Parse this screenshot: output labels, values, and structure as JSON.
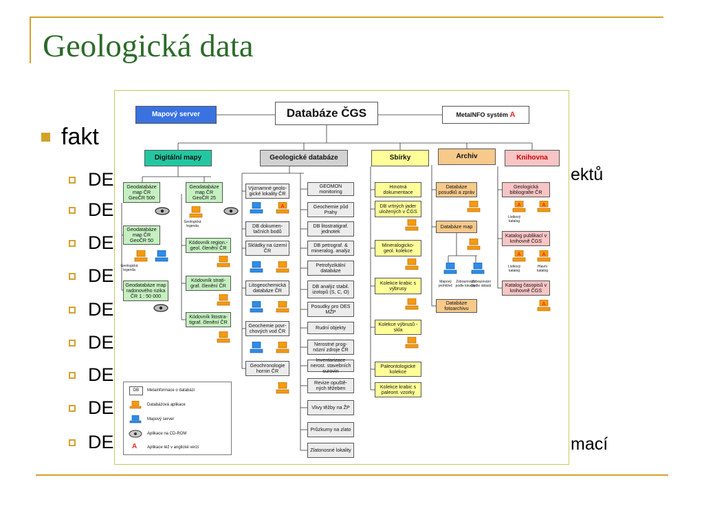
{
  "slide": {
    "title": "Geologická data",
    "bullet_main": "fakt",
    "sub_bullets": [
      "DE",
      "DE",
      "DE",
      "DE",
      "DE",
      "DE",
      "DE",
      "DE",
      "DE"
    ],
    "tail_top": "ektů",
    "tail_bottom": "mací",
    "colors": {
      "accent": "#d3a12a",
      "title": "#2d6a2a"
    }
  },
  "diagram": {
    "top": {
      "left": "Mapový server",
      "center": "Databáze ČGS",
      "right": "MetalNFO systém",
      "right_badge": "A"
    },
    "headers": [
      "Digitální mapy",
      "Geologické databáze",
      "Sbírky",
      "Archiv",
      "Knihovna"
    ],
    "digital": {
      "left": [
        "Geodatabáze map ČR GeoČR 500",
        "Geodatabáze map ČR GeoČR 50",
        "Geodatabáze map radonového rizika ČR 1 : 50 000"
      ],
      "right": [
        "Geodatabáze map ČR GeoČR 25",
        "Kódovník region.- geol. členění ČR",
        "Kódovník strati- graf. členění ČR",
        "Kódovník litostra- tigraf. členění ČR"
      ],
      "captions": [
        "Geologická legenda",
        "Geologická legenda"
      ]
    },
    "geo_left": [
      "Významné geolo- gické lokality ČR",
      "DB dokumen- tačních bodů",
      "Skládky na území ČR",
      "Litogeochemická databáze ČR",
      "Geochemie povr- chových vod ČR",
      "Geochronologie hornin ČR"
    ],
    "geo_right": [
      "GEOMON monitoring",
      "Geochemie půd Prahy",
      "DB litostratigraf. jednotek",
      "DB petrograf. & mineralog. analýz",
      "Petrofyzikální databáze",
      "DB analýz stabil. izotopů (S, C, O)",
      "Posudky pro OES MŽP",
      "Rudní objekty",
      "Nerostné prog- nózní zdroje ČR",
      "Inventarizace nerost. stavebních surovin",
      "Revize opuště- ných těžeben",
      "Vlivy těžby na ŽP",
      "Průzkumy na zlato",
      "Zlatonosné lokality"
    ],
    "sbirky": [
      "Hmotná dokumentace",
      "DB vrtných jader uložených v ČGS",
      "Mineralogicko- geol. kolekce",
      "Kolekce krabic s výbrusy",
      "Kolekce výbrusů - skla",
      "Paleontologické kolekce",
      "Kolekce krabic s paleont. vzorky"
    ],
    "archiv": [
      "Databáze posudků a zpráv",
      "Databáze map",
      "Databáze fotoarchivu"
    ],
    "archiv_captions": [
      "Mapový prohlížeč",
      "Zobrazování podle lokality",
      "Zobrazování podle oblasti"
    ],
    "knihovna": [
      "Geologická bibliografie ČR",
      "Katalog publikací v knihovně ČGS",
      "Katalog časopisů v knihovně ČGS"
    ],
    "knihovna_captions": [
      "Lístkový katalog",
      "Lístkový katalog",
      "Lístkový katalog",
      "Hlavní katalog"
    ],
    "legend": [
      {
        "icon": "db-icon",
        "label": "Metainformace o databázi",
        "key": "DB"
      },
      {
        "icon": "app-icon",
        "label": "Databázová aplikace"
      },
      {
        "icon": "map-server-icon",
        "label": "Mapový server"
      },
      {
        "icon": "cd-icon",
        "label": "Aplikace na CD-ROM"
      },
      {
        "icon": "english-icon",
        "label": "Aplikace též v anglické verzi",
        "key": "A"
      }
    ]
  }
}
